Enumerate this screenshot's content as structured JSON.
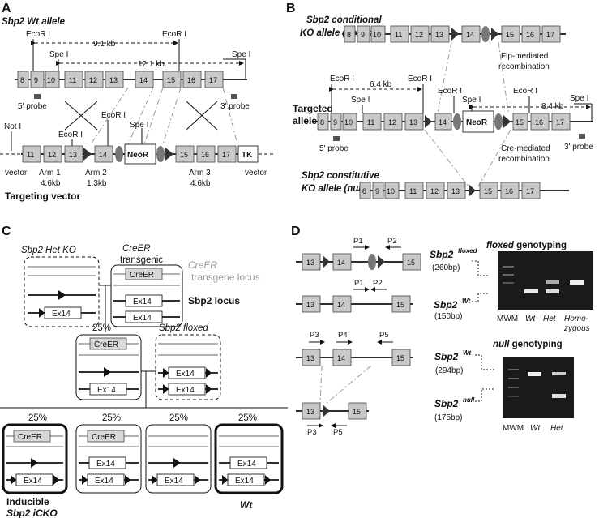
{
  "panel_labels": {
    "a": "A",
    "b": "B",
    "c": "C",
    "d": "D"
  },
  "panelA": {
    "wt_allele": "Sbp2 Wt allele",
    "ecori": "EcoR I",
    "spei": "Spe I",
    "noti": "Not I",
    "dist_91": "9.1 kb",
    "dist_121": "12.1 kb",
    "probe5": "5' probe",
    "probe3": "3' probe",
    "exons_top": [
      "8",
      "9",
      "10",
      "11",
      "12",
      "13",
      "14",
      "15",
      "16",
      "17"
    ],
    "exons_vector": [
      "11",
      "12",
      "13",
      "14",
      "15",
      "16",
      "17"
    ],
    "neor": "NeoR",
    "tk": "TK",
    "vector": "vector",
    "arm1": "Arm 1",
    "arm1_size": "4.6kb",
    "arm2": "Arm 2",
    "arm2_size": "1.3kb",
    "arm3": "Arm 3",
    "arm3_size": "4.6kb",
    "targeting_vector": "Targeting vector"
  },
  "panelB": {
    "floxed_line1": "Sbp2 conditional",
    "floxed_line2": "KO allele (floxed)",
    "flp": "Flp-mediated",
    "flp2": "recombination",
    "targeted1": "Targeted",
    "targeted2": "allele",
    "dist_64": "6.4 kb",
    "dist_84": "8.4 kb",
    "cre": "Cre-mediated",
    "cre2": "recombination",
    "null_line1": "Sbp2 constitutive",
    "null_line2": "KO allele (null)",
    "exons_floxed": [
      "8",
      "9",
      "10",
      "11",
      "12",
      "13",
      "14",
      "15",
      "16",
      "17"
    ],
    "exons_null": [
      "8",
      "9",
      "10",
      "11",
      "12",
      "13",
      "15",
      "16",
      "17"
    ]
  },
  "panelC": {
    "het_ko": "Sbp2 Het KO",
    "creer_transgenic1": "CreER",
    "creer_transgenic2": "transgenic",
    "creer_locus1": "CreER",
    "creer_locus2": "transgene locus",
    "sbp2_locus": "Sbp2 locus",
    "creer": "CreER",
    "ex14": "Ex14",
    "pct": "25%",
    "sbp2_floxed": "Sbp2 floxed",
    "inducible1": "Inducible",
    "inducible2": "Sbp2 iCKO",
    "wt": "Wt"
  },
  "panelD": {
    "p1": "P1",
    "p2": "P2",
    "p3": "P3",
    "p4": "P4",
    "p5": "P5",
    "floxed_label": "Sbp2",
    "floxed_sup": "floxed",
    "floxed_bp": "(260bp)",
    "wt_sup": "Wt",
    "wt_bp": "(150bp)",
    "wt2_bp": "(294bp)",
    "null_sup": "null",
    "null_bp": "(175bp)",
    "floxed_genotyping": "floxed genotyping",
    "genotyping": " genotyping",
    "null_genotyping": "null genotyping",
    "lane_mwm": "MWM",
    "lane_wt": "Wt",
    "lane_het": "Het",
    "lane_homo1": "Homo-",
    "lane_homo2": "zygous",
    "exons": [
      "13",
      "14",
      "15"
    ]
  },
  "colors": {
    "exon_fill": "#c9c9c9",
    "gel": "#1a1a1a",
    "lox_arrow": "#333333",
    "frt_oval": "#777777"
  }
}
